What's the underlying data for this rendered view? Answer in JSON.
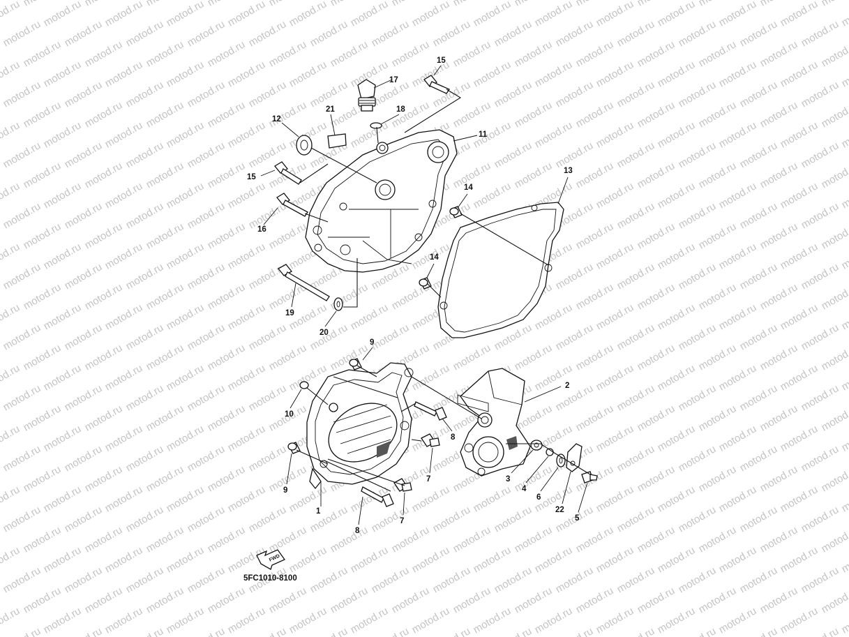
{
  "watermark": {
    "text": "motod.ru",
    "color": "#c4c4c4"
  },
  "diagram": {
    "code": "5FC1010-8100",
    "fwd_label": "FWD",
    "callouts": [
      {
        "id": "c1",
        "label": "1"
      },
      {
        "id": "c2",
        "label": "2"
      },
      {
        "id": "c3",
        "label": "3"
      },
      {
        "id": "c4",
        "label": "4"
      },
      {
        "id": "c5",
        "label": "5"
      },
      {
        "id": "c6",
        "label": "6"
      },
      {
        "id": "c7a",
        "label": "7"
      },
      {
        "id": "c7b",
        "label": "7"
      },
      {
        "id": "c8a",
        "label": "8"
      },
      {
        "id": "c8b",
        "label": "8"
      },
      {
        "id": "c9a",
        "label": "9"
      },
      {
        "id": "c9b",
        "label": "9"
      },
      {
        "id": "c10",
        "label": "10"
      },
      {
        "id": "c11",
        "label": "11"
      },
      {
        "id": "c12",
        "label": "12"
      },
      {
        "id": "c13",
        "label": "13"
      },
      {
        "id": "c14a",
        "label": "14"
      },
      {
        "id": "c14b",
        "label": "14"
      },
      {
        "id": "c15a",
        "label": "15"
      },
      {
        "id": "c15b",
        "label": "15"
      },
      {
        "id": "c16",
        "label": "16"
      },
      {
        "id": "c17",
        "label": "17"
      },
      {
        "id": "c18",
        "label": "18"
      },
      {
        "id": "c19",
        "label": "19"
      },
      {
        "id": "c20",
        "label": "20"
      },
      {
        "id": "c21",
        "label": "21"
      },
      {
        "id": "c22",
        "label": "22"
      }
    ]
  }
}
